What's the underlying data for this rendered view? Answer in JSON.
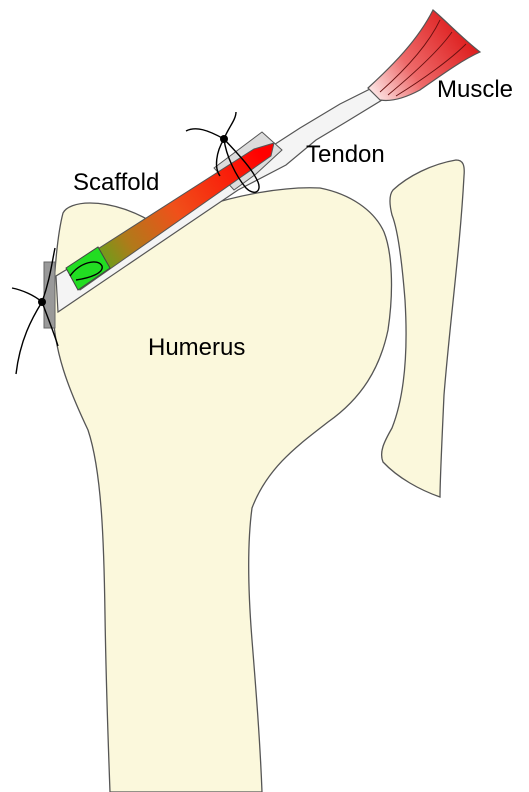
{
  "labels": {
    "muscle": "Muscle",
    "tendon": "Tendon",
    "scaffold": "Scaffold",
    "humerus": "Humerus"
  },
  "colors": {
    "bone_fill": "#fbf8dc",
    "outline": "#555555",
    "scaffold_start": "#22c61c",
    "scaffold_end": "#ff0000",
    "muscle": "#e52020",
    "anchor": "#999999",
    "suture": "#000000"
  }
}
